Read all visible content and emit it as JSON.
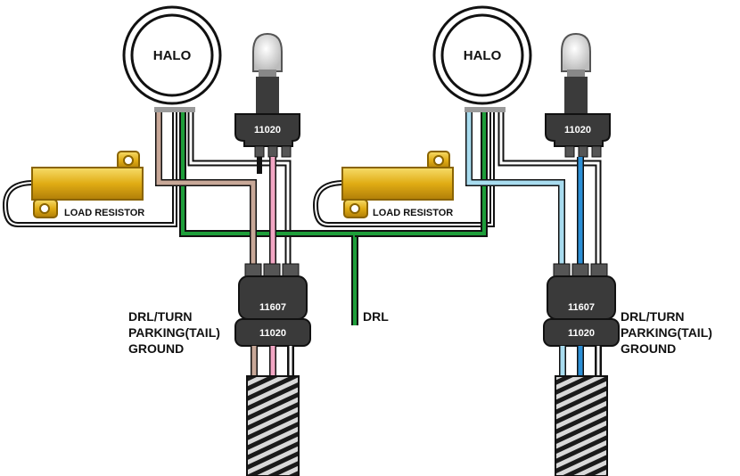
{
  "labels": {
    "halo": "HALO",
    "load_resistor": "LOAD RESISTOR",
    "drl": "DRL",
    "connector_top": "11020",
    "connector_a": "11607",
    "connector_b": "11020",
    "legend_line1": "DRL/TURN",
    "legend_line2": "PARKING(TAIL)",
    "legend_line3": "GROUND"
  },
  "colors": {
    "drl_wire": "#1e9e3a",
    "left_halo_wire": "#c8a898",
    "left_bulb_wire": "#f2a6c4",
    "right_halo_wire": "#a8dcef",
    "right_bulb_wire": "#2b8fd6",
    "ground_wire": "#111111",
    "connector": "#3a3a3a",
    "resistor": "#e2b21e"
  }
}
